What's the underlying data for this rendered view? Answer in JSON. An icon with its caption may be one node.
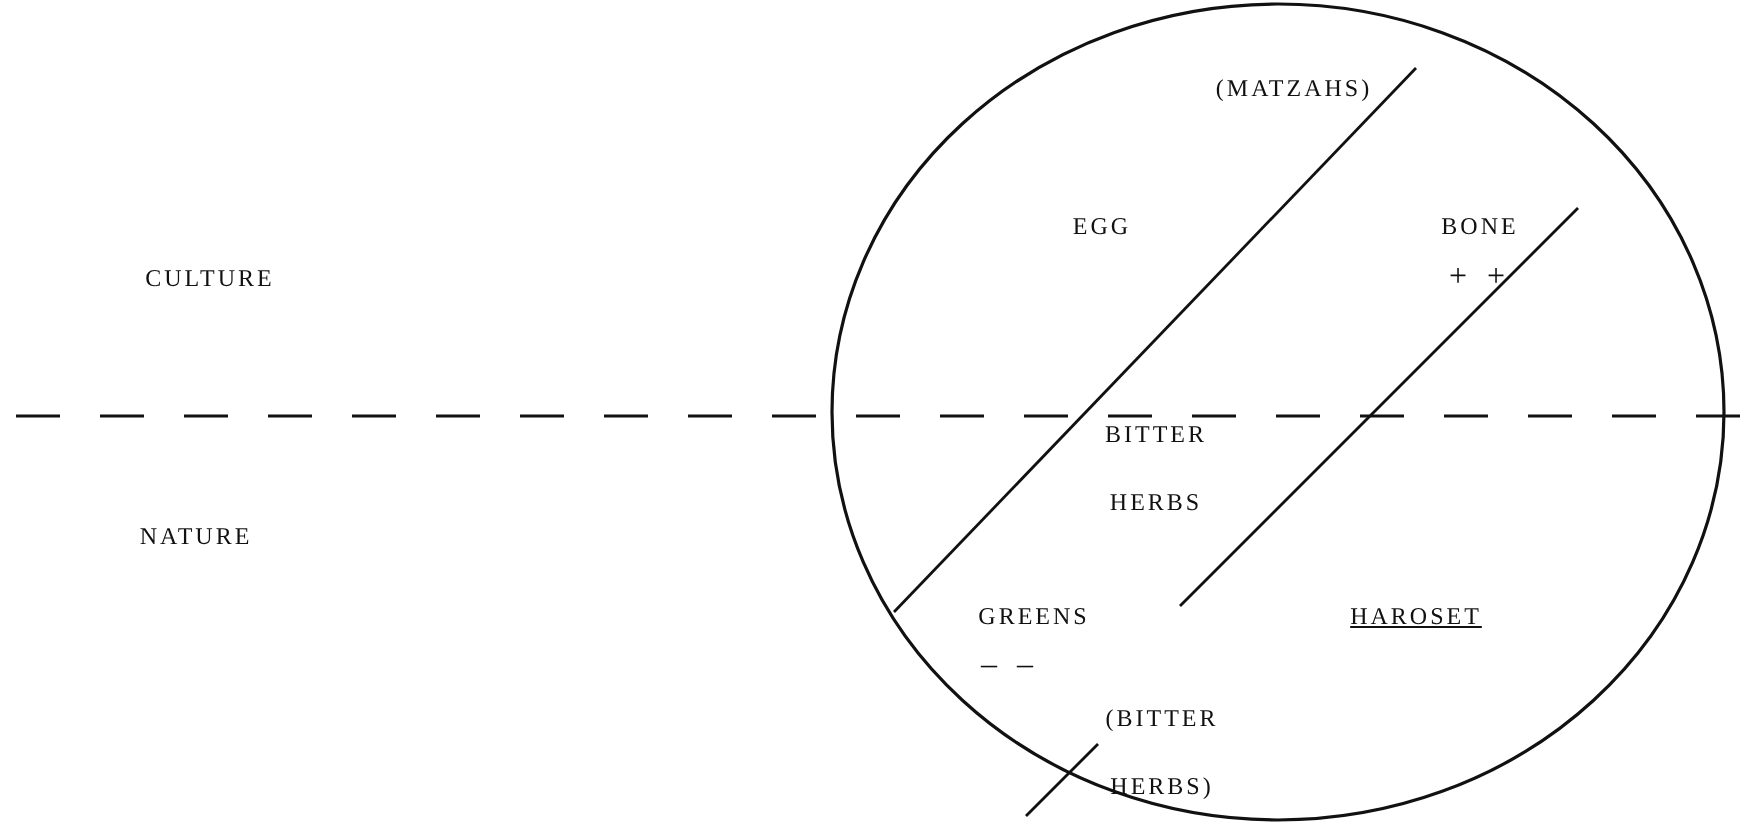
{
  "diagram": {
    "labels": [
      "(MATZAHS)",
      "EGG",
      "BONE",
      "+ +",
      "CULTURE",
      "BITTER HERBS",
      "NATURE",
      "GREENS",
      "HAROSET",
      "– –",
      "(BITTER HERBS)"
    ]
  }
}
